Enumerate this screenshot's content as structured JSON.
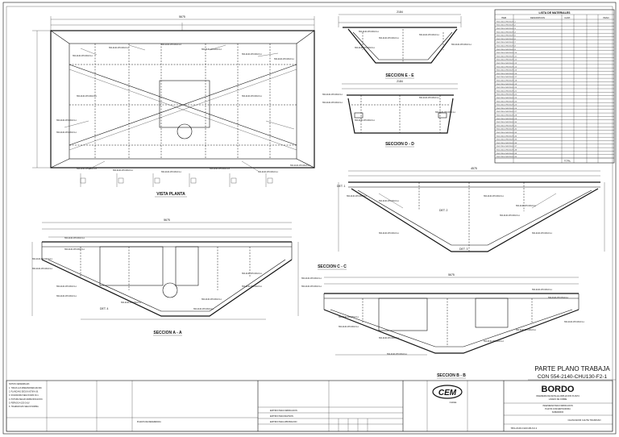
{
  "drawing": {
    "stamp_title": "PARTE PLANO TRABAJA",
    "stamp_ref": "CON 554-2140-CHU130-F2-1",
    "title_plan": "VISTA PLANTA",
    "section_aa": "SECCION A - A",
    "section_bb": "SECCION B - B",
    "section_cc": "SECCION C - C",
    "section_dd": "SECCION D - D",
    "section_ee": "SECCION E - E",
    "det1": "DET. 1",
    "det2": "DET. 2",
    "det3": "DET. 3",
    "det4": "DET. 4",
    "dim_total_top": "5675",
    "dim_total_aa": "5675",
    "dim_b": "5675",
    "dim_c": "4575",
    "dim_e": "2184",
    "dim_d": "2184"
  },
  "materials": {
    "title": "LISTA DE MATERIALES",
    "headers": [
      "ITEM",
      "DESCRIPCION",
      "CANT.",
      "PESO"
    ],
    "rows": [
      "S54-2140-CHU130-F1-1",
      "S54-2140-CHU130-F1-2",
      "S54-2140-CHU130-F1-3",
      "S54-2140-CHU130-F1-4",
      "S54-2140-CHU130-F1-5",
      "S54-2140-CHU130-F1-6",
      "S54-2140-CHU130-F1-7",
      "S54-2140-CHU130-F1-8",
      "S54-2140-CHU130-F1-9",
      "S54-2140-CHU130-F1-10",
      "S54-2140-CHU130-F1-11",
      "S54-2140-CHU130-F1-12",
      "S54-2140-CHU130-F1-13",
      "S54-2140-CHU130-F1-14",
      "S54-2140-CHU130-F1-15",
      "S54-2140-CHU130-F1-16",
      "S54-2140-CHU130-F1-17",
      "S54-2140-CHU130-F1-18",
      "S54-2140-CHU130-F1-19",
      "S54-2140-CHU130-F1-20",
      "S54-2140-CHU130-F1-21",
      "S54-2140-CHU130-F1-22",
      "S54-2140-CHU130-F1-23",
      "S54-2140-CHU130-F1-24",
      "S54-2140-CHU130-F1-25",
      "S54-2140-CHU130-F1-26",
      "S54-2140-CHU130-F1-27",
      "S54-2140-CHU130-F1-28",
      "S54-2140-CHU130-F1-29",
      "S54-2140-CHU130-F1-30",
      "S54-2140-CHU130-F1-31",
      "S54-2140-CHU130-F1-32",
      "S54-2140-CHU130-F1-33",
      "S54-2140-CHU130-F1-34",
      "S54-2140-CHU130-F1-35",
      "S54-2140-CHU130-F1-36",
      "S54-2140-CHU130-F1-37",
      "S54-2140-CHU130-F1-38",
      "S54-2140-CHU130-F1-39",
      "S54-2140-CHU130-F1-40"
    ],
    "total_label": "TOTAL"
  },
  "callout": "S54-2140-CHU130-F1-n",
  "title_block": {
    "company": "BORDO",
    "logo": "CEM",
    "logo_sub": "CHILE",
    "project_lines": [
      "INGENIERIA DE DETALLE AMPLIACION PLANTA",
      "LAVADO DE COBRE"
    ],
    "client_lines": [
      "INGENIERIA PARA FABRICACION",
      "PLANTA CONCENTRADORA",
      "SUBMARINO"
    ],
    "drawing_number": "S54-2140-CHU130-F2-1",
    "doc_title": "CHANCADOR CHUTE TRASPASO",
    "rev_rows": [
      "EMITIDO PARA FABRICACION",
      "EMITIDO PARA REVISION",
      "EMITIDO PARA APROBACION"
    ],
    "notes_title": "NOTAS GENERALES",
    "notes": [
      "1. TODAS LAS DIMENSIONES EN MM.",
      "2. PLANCHAS SEGUN ASTM A-36.",
      "3. SOLDADURA SEGUN AWS D1.1.",
      "4. PINTURA SEGUN ESPECIFICACION.",
      "5. PERNOS A-325 GALV.",
      "6. TOLERANCIAS SEGUN NORMA."
    ],
    "ref_label": "PLANOS DE REFERENCIA"
  }
}
